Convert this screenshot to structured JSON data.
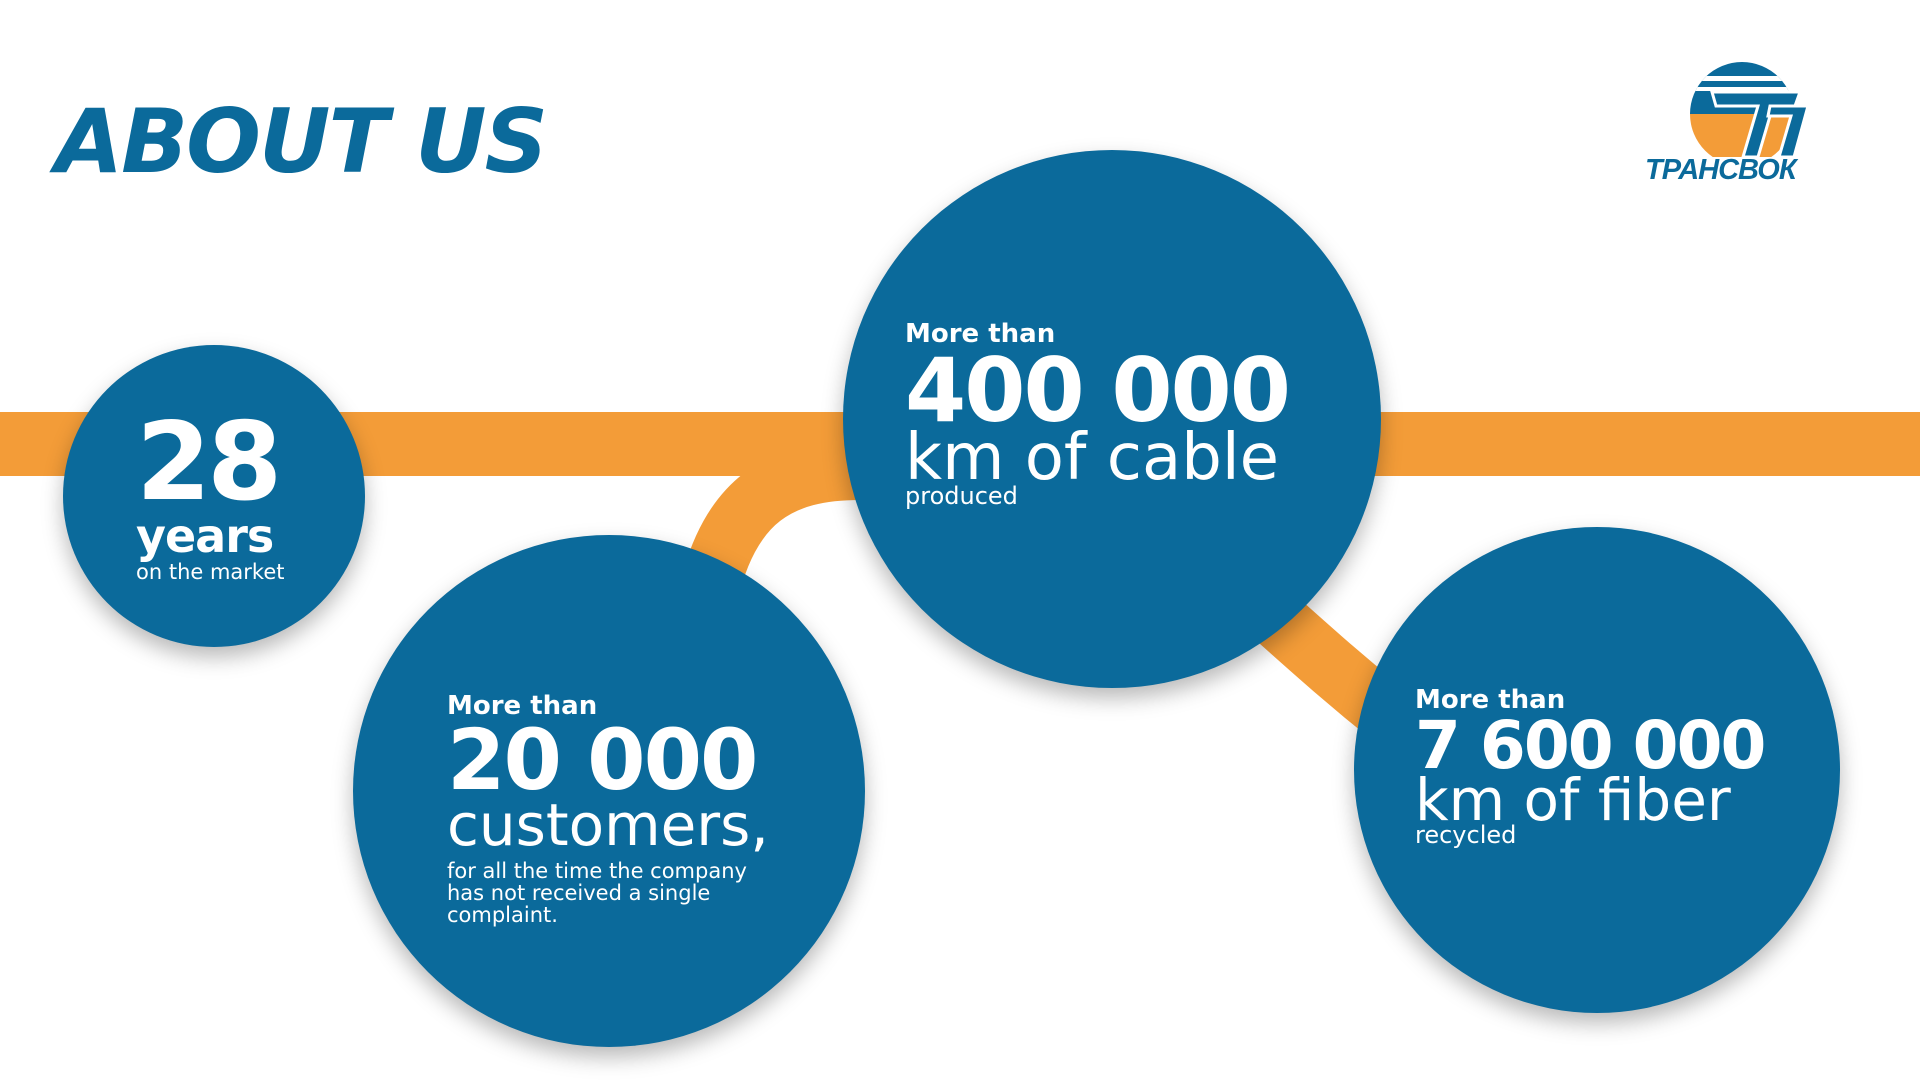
{
  "title": "ABOUT US",
  "logo": {
    "icon": "transvok-logo-icon",
    "text": "ТРАНСВОК"
  },
  "colors": {
    "primary": "#0b6a9b",
    "accent": "#f39c38",
    "background": "#ffffff"
  },
  "stats": [
    {
      "big": "28",
      "unit": "years",
      "description": "on the market"
    },
    {
      "prefix": "More than",
      "big": "20 000",
      "unit": "customers,",
      "description": "for all the time the company has not received a single complaint."
    },
    {
      "prefix": "More than",
      "big": "400 000",
      "unit": "km of cable",
      "description": "produced"
    },
    {
      "prefix": "More than",
      "big": "7 600 000",
      "unit": "km of fiber",
      "description": "recycled"
    }
  ]
}
